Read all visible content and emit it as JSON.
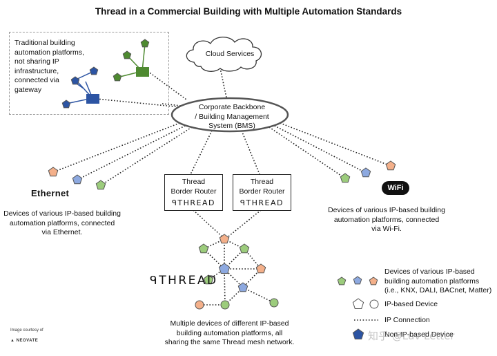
{
  "title": "Thread in a Commercial Building with Multiple Automation Standards",
  "gateway_note": [
    "Traditional building",
    "automation platforms,",
    "not sharing IP",
    "infrastructure,",
    "connected via",
    "gateway"
  ],
  "cloud": "Cloud Services",
  "backbone": [
    "Corporate Backbone",
    "/ Building Management",
    "System (BMS)"
  ],
  "border_routers": [
    {
      "label": [
        "Thread",
        "Border Router"
      ],
      "logo": "THREAD"
    },
    {
      "label": [
        "Thread",
        "Border Router"
      ],
      "logo": "THREAD"
    }
  ],
  "ethernet": {
    "logo": "Ethernet",
    "caption": [
      "Devices of various IP-based building",
      "automation platforms, connected",
      "via Ethernet."
    ]
  },
  "wifi": {
    "logo": "WiFi",
    "caption": [
      "Devices of various IP-based building",
      "automation platforms, connected",
      "via Wi-Fi."
    ]
  },
  "thread_logo": "THREAD",
  "mesh_caption": [
    "Multiple devices of different IP-based",
    "building automation platforms, all",
    "sharing the same Thread mesh network."
  ],
  "legend": {
    "platforms": [
      "Devices of various IP-based",
      "building automation platforms",
      "(i.e., KNX, DALI, BACnet, Matter)"
    ],
    "ip_device": "IP-based Device",
    "ip_connection": "IP Connection",
    "non_ip_device": "Non-IP-based Device"
  },
  "credit": {
    "line1": "Image courtesy of",
    "line2": "NEOVATE"
  },
  "watermark": "知乎 @Luv Letter",
  "colors": {
    "green": "#9ccc7c",
    "blue": "#8da9e0",
    "orange": "#f4b08a",
    "navy": "#2c54a3",
    "dark_green": "#4e8a30",
    "line": "#222222"
  }
}
